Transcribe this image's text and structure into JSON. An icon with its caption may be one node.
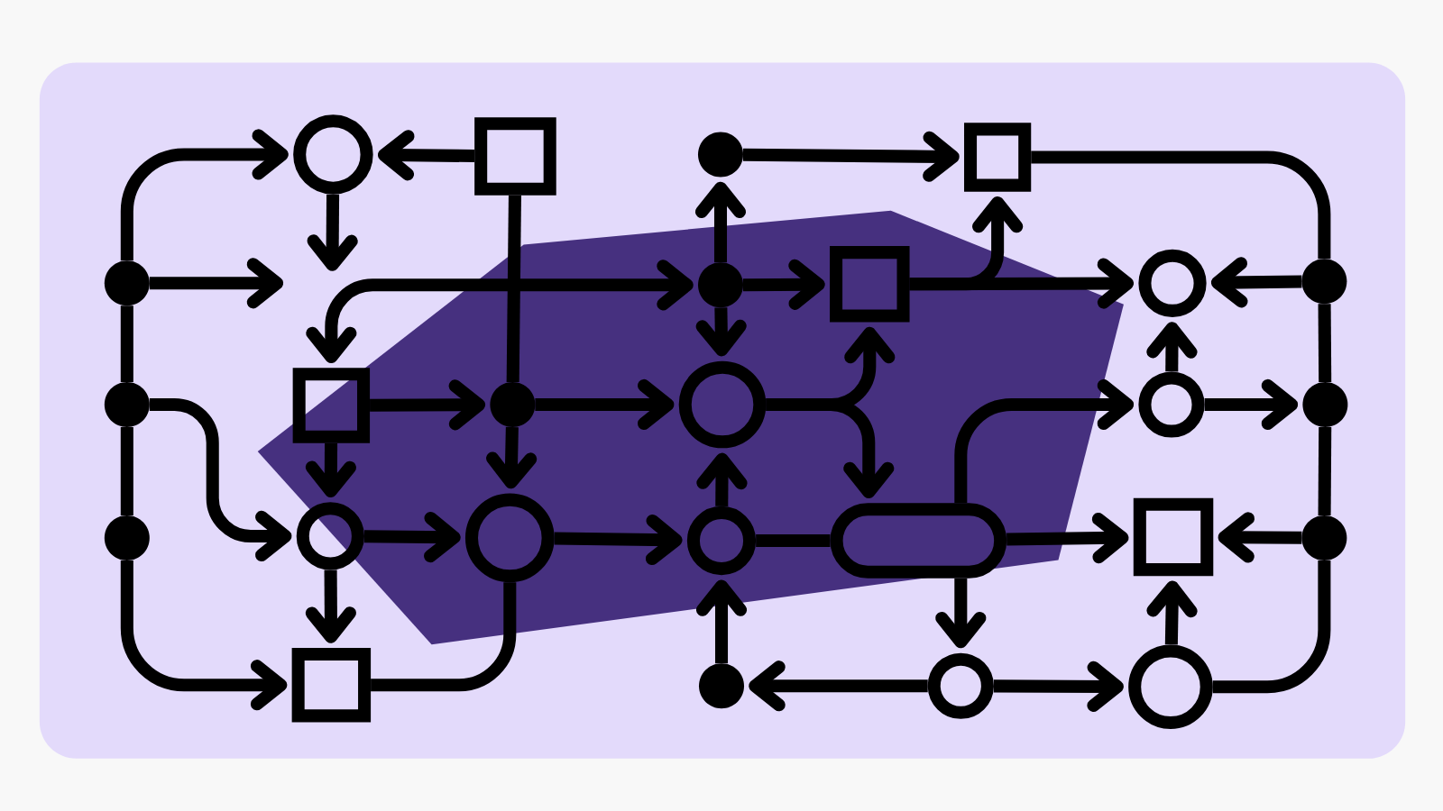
{
  "diagram": {
    "nodes": [
      {
        "text": [],
        "shape": "circle"
      },
      {
        "text": [],
        "shape": "box"
      },
      {
        "text": [],
        "shape": "dot"
      },
      {
        "text": [],
        "shape": "box"
      },
      {
        "text": [],
        "shape": "dot"
      },
      {
        "text": [],
        "shape": "dot"
      },
      {
        "text": [],
        "shape": "box"
      },
      {
        "text": [],
        "shape": "circle"
      },
      {
        "text": [],
        "shape": "dot"
      },
      {
        "text": [],
        "shape": "dot"
      },
      {
        "text": [],
        "shape": "box"
      },
      {
        "text": [],
        "shape": "dot"
      },
      {
        "text": [],
        "shape": "circle"
      },
      {
        "text": [],
        "shape": "circle"
      },
      {
        "text": [],
        "shape": "dot"
      },
      {
        "text": [],
        "shape": "dot"
      },
      {
        "text": [],
        "shape": "circle"
      },
      {
        "text": [],
        "shape": "circle"
      },
      {
        "text": [],
        "shape": "circle"
      },
      {
        "text": [],
        "shape": "pill"
      },
      {
        "text": [],
        "shape": "box"
      },
      {
        "text": [],
        "shape": "dot"
      },
      {
        "text": [],
        "shape": "box"
      },
      {
        "text": [],
        "shape": "dot"
      },
      {
        "text": [],
        "shape": "circle"
      },
      {
        "text": [],
        "shape": "circle"
      }
    ],
    "edges": [
      {
        "from": 4,
        "to": 0,
        "arrow": "to"
      },
      {
        "from": 4,
        "to": 9,
        "arrow": "none"
      },
      {
        "from": 9,
        "to": 15,
        "arrow": "none"
      },
      {
        "from": 15,
        "to": 22,
        "arrow": "to"
      },
      {
        "from": 4,
        "to": null,
        "arrow": "to"
      },
      {
        "from": 1,
        "to": 0,
        "arrow": "to"
      },
      {
        "from": 0,
        "to": null,
        "arrow": "to"
      },
      {
        "from": 10,
        "to": 5,
        "arrow": "both"
      },
      {
        "from": 1,
        "to": 11,
        "arrow": "none"
      },
      {
        "from": 10,
        "to": 11,
        "arrow": "to"
      },
      {
        "from": 11,
        "to": 12,
        "arrow": "to"
      },
      {
        "from": 11,
        "to": 17,
        "arrow": "to"
      },
      {
        "from": 10,
        "to": 16,
        "arrow": "to"
      },
      {
        "from": 9,
        "to": 16,
        "arrow": "to"
      },
      {
        "from": 16,
        "to": 17,
        "arrow": "to"
      },
      {
        "from": 16,
        "to": 22,
        "arrow": "to"
      },
      {
        "from": 17,
        "to": 18,
        "arrow": "to"
      },
      {
        "from": 17,
        "to": 22,
        "arrow": "none"
      },
      {
        "from": 2,
        "to": 3,
        "arrow": "to"
      },
      {
        "from": 5,
        "to": 2,
        "arrow": "to"
      },
      {
        "from": 5,
        "to": 6,
        "arrow": "to"
      },
      {
        "from": 5,
        "to": 12,
        "arrow": "to"
      },
      {
        "from": 6,
        "to": 3,
        "arrow": "to"
      },
      {
        "from": 6,
        "to": 7,
        "arrow": "to"
      },
      {
        "from": 12,
        "to": 6,
        "arrow": "to"
      },
      {
        "from": 12,
        "to": 19,
        "arrow": "to"
      },
      {
        "from": 18,
        "to": 12,
        "arrow": "to"
      },
      {
        "from": 18,
        "to": 19,
        "arrow": "none"
      },
      {
        "from": 23,
        "to": 18,
        "arrow": "to"
      },
      {
        "from": 19,
        "to": 13,
        "arrow": "to"
      },
      {
        "from": 19,
        "to": 20,
        "arrow": "to"
      },
      {
        "from": 19,
        "to": 24,
        "arrow": "to"
      },
      {
        "from": 24,
        "to": 23,
        "arrow": "to"
      },
      {
        "from": 24,
        "to": 25,
        "arrow": "to"
      },
      {
        "from": 25,
        "to": 20,
        "arrow": "to"
      },
      {
        "from": 13,
        "to": 7,
        "arrow": "to"
      },
      {
        "from": 13,
        "to": 14,
        "arrow": "to"
      },
      {
        "from": 8,
        "to": 7,
        "arrow": "to"
      },
      {
        "from": 21,
        "to": 20,
        "arrow": "to"
      },
      {
        "from": 3,
        "to": 8,
        "arrow": "none"
      },
      {
        "from": 8,
        "to": 14,
        "arrow": "none"
      },
      {
        "from": 14,
        "to": 21,
        "arrow": "none"
      },
      {
        "from": 21,
        "to": 25,
        "arrow": "none"
      }
    ]
  }
}
